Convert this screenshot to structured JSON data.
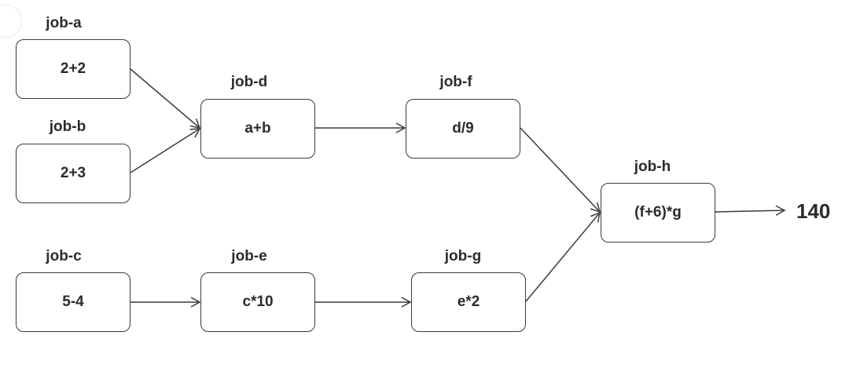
{
  "diagram": {
    "nodes": [
      {
        "id": "a",
        "title": "job-a",
        "expression": "2+2"
      },
      {
        "id": "b",
        "title": "job-b",
        "expression": "2+3"
      },
      {
        "id": "c",
        "title": "job-c",
        "expression": "5-4"
      },
      {
        "id": "d",
        "title": "job-d",
        "expression": "a+b"
      },
      {
        "id": "e",
        "title": "job-e",
        "expression": "c*10"
      },
      {
        "id": "f",
        "title": "job-f",
        "expression": "d/9"
      },
      {
        "id": "g",
        "title": "job-g",
        "expression": "e*2"
      },
      {
        "id": "h",
        "title": "job-h",
        "expression": "(f+6)*g"
      }
    ],
    "edges": [
      {
        "from": "a",
        "to": "d"
      },
      {
        "from": "b",
        "to": "d"
      },
      {
        "from": "c",
        "to": "e"
      },
      {
        "from": "d",
        "to": "f"
      },
      {
        "from": "e",
        "to": "g"
      },
      {
        "from": "f",
        "to": "h"
      },
      {
        "from": "g",
        "to": "h"
      },
      {
        "from": "h",
        "to": "result"
      }
    ],
    "result": "140",
    "colors": {
      "stroke": "#3a3a3a",
      "text": "#2b2b2b",
      "background": "#ffffff"
    }
  }
}
